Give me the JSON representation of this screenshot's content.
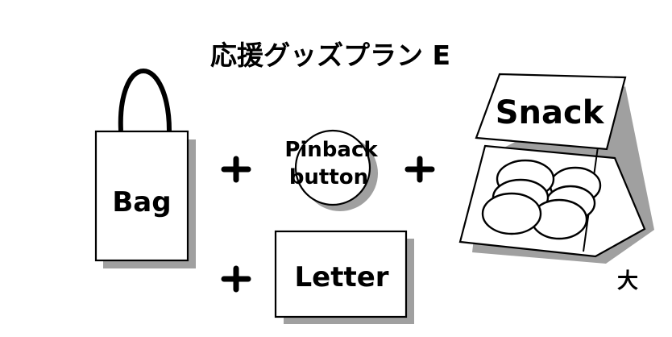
{
  "title": "応援グッズプラン E",
  "items": {
    "bag": {
      "label": "Bag"
    },
    "pinback": {
      "label_line1": "Pinback",
      "label_line2": "button"
    },
    "snack": {
      "label": "Snack",
      "size_note": "大"
    },
    "letter": {
      "label": "Letter"
    }
  },
  "operators": [
    "+",
    "+",
    "+"
  ],
  "colors": {
    "outline": "#000000",
    "shadow": "#a0a0a0",
    "background": "#ffffff"
  }
}
